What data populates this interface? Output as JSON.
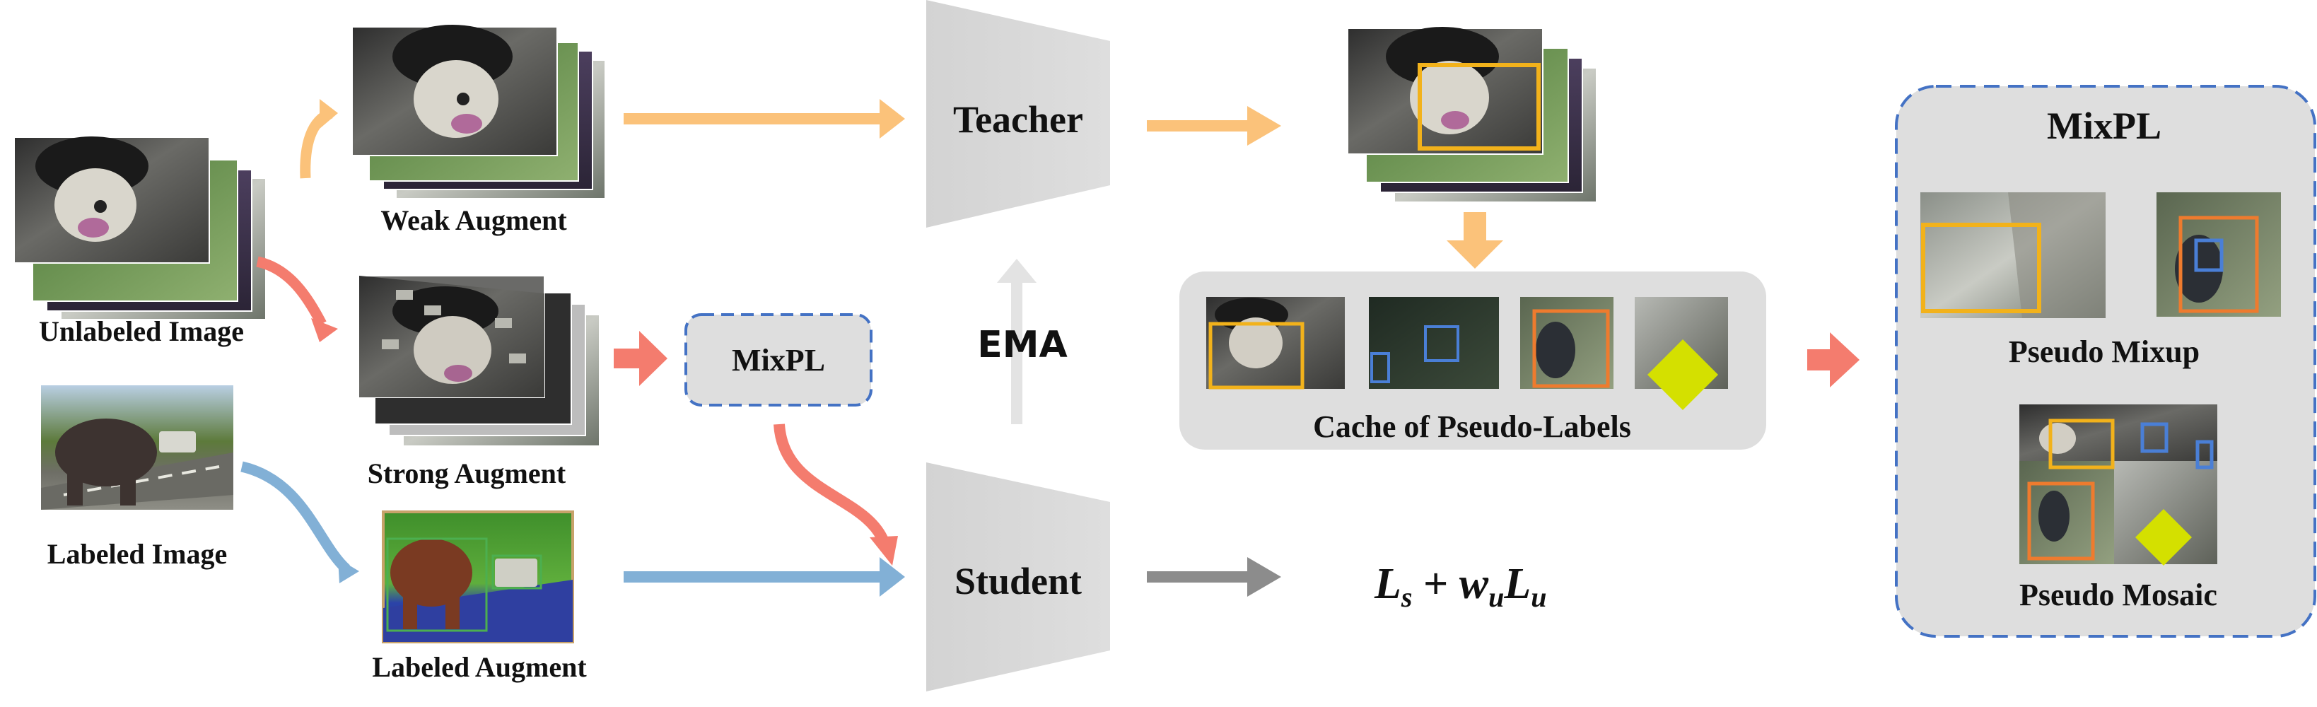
{
  "labels": {
    "unlabeled_image": "Unlabeled Image",
    "labeled_image": "Labeled Image",
    "weak_augment": "Weak Augment",
    "strong_augment": "Strong Augment",
    "labeled_augment": "Labeled Augment",
    "mixpl_small": "MixPL",
    "teacher": "Teacher",
    "student": "Student",
    "ema": "EMA",
    "cache": "Cache of Pseudo-Labels",
    "mixpl_panel_title": "MixPL",
    "pseudo_mixup": "Pseudo Mixup",
    "pseudo_mosaic": "Pseudo Mosaic"
  },
  "loss": {
    "L1": "L",
    "s": "s",
    "plus": " + ",
    "w": "w",
    "u1": "u",
    "L2": "L",
    "u2": "u"
  },
  "colors": {
    "weak_arrow": "#FBC27A",
    "strong_arrow": "#F47C6E",
    "labeled_arrow": "#82B0D6",
    "ema_arrow": "#E3E3E3",
    "output_arrow": "#8C8C8C",
    "box_yellow": "#F2B21B",
    "box_blue": "#4A7FD6",
    "box_orange": "#EE7B2E",
    "panel_fill": "#DEDEDE",
    "dashed_border": "#4472C4"
  }
}
